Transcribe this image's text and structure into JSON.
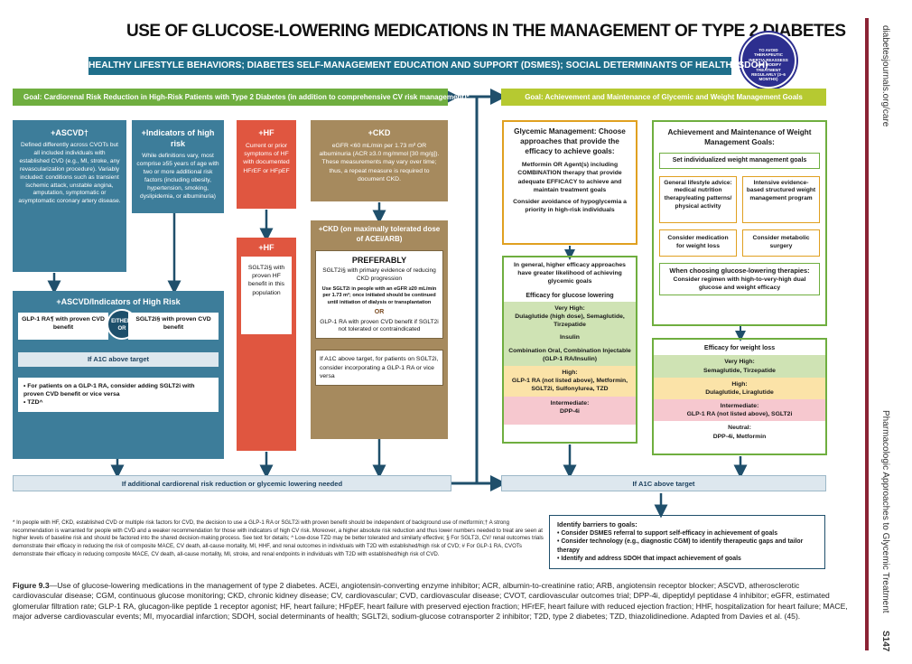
{
  "title": "USE OF GLUCOSE-LOWERING MEDICATIONS IN THE MANAGEMENT OF TYPE 2 DIABETES",
  "seal_text": "TO AVOID THERAPEUTIC INERTIA REASSESS AND MODIFY TREATMENT REGULARLY (3–6 MONTHS)",
  "banner": "HEALTHY LIFESTYLE BEHAVIORS; DIABETES SELF-MANAGEMENT EDUCATION AND SUPPORT (DSMES); SOCIAL DETERMINANTS OF HEALTH (SDOH)",
  "goal_left": "Goal: Cardiorenal Risk Reduction in High-Risk Patients with Type 2 Diabetes (in addition to comprehensive CV risk management)*",
  "goal_right": "Goal: Achievement and Maintenance of Glycemic and Weight Management Goals",
  "ascvd": {
    "head": "+ASCVD†",
    "body": "Defined differently across CVOTs but all included individuals with established CVD (e.g., MI, stroke, any revascularization procedure). Variably included: conditions such as transient ischemic attack, unstable angina, amputation, symptomatic or asymptomatic coronary artery disease."
  },
  "high_risk": {
    "head": "+Indicators of high risk",
    "body": "While definitions vary, most comprise ≥55 years of age with two or more additional risk factors (including obesity, hypertension, smoking, dyslipidemia, or albuminuria)"
  },
  "hf": {
    "head": "+HF",
    "body": "Current or prior symptoms of HF with documented HFrEF or HFpEF"
  },
  "ckd": {
    "head": "+CKD",
    "body": "eGFR <60 mL/min per 1.73 m² OR albuminuria (ACR ≥3.0 mg/mmol [30 mg/g]). These measurements may vary over time; thus, a repeat measure is required to document CKD."
  },
  "hf2": {
    "head": "+HF",
    "body": "SGLT2i§ with proven HF benefit in this population"
  },
  "ckd2": {
    "head": "+CKD (on maximally tolerated dose of ACEi/ARB)",
    "pref": "PREFERABLY",
    "line1": "SGLT2i§ with primary evidence of reducing CKD progression",
    "line2": "Use SGLT2i in people with an eGFR ≥20 mL/min per 1.73 m²; once initiated should be continued until initiation of dialysis or transplantation",
    "or": "OR",
    "line3": "GLP-1 RA with proven CVD benefit if SGLT2i not tolerated or contraindicated",
    "a1c": "If A1C above target, for patients on SGLT2i, consider incorporating a GLP-1 RA or vice versa"
  },
  "ascvd_combined": {
    "head": "+ASCVD/Indicators of High Risk",
    "glp1": "GLP-1 RA¶ with proven CVD benefit",
    "either": "EITHER/ OR",
    "sglt2": "SGLT2i§ with proven CVD benefit",
    "a1c_bar": "If A1C above target",
    "bullet1": "For patients on a GLP-1 RA, consider adding SGLT2i with proven CVD benefit or vice versa",
    "bullet2": "TZD^"
  },
  "bottom_left_bar": "If additional cardiorenal risk reduction or glycemic lowering needed",
  "bottom_right_bar": "If A1C above target",
  "glycemic": {
    "head": "Glycemic Management: Choose approaches that provide the efficacy to achieve goals:",
    "p1": "Metformin OR Agent(s) including COMBINATION therapy that provide adequate EFFICACY to achieve and maintain treatment goals",
    "p2": "Consider avoidance of hypoglycemia a priority in high-risk individuals",
    "intro": "In general, higher efficacy approaches have greater likelihood of achieving glycemic goals",
    "efficacy_title": "Efficacy for glucose lowering",
    "very_high_label": "Very High:",
    "very_high": "Dulaglutide (high dose), Semaglutide, Tirzepatide",
    "insulin": "Insulin",
    "combo": "Combination Oral, Combination Injectable (GLP-1 RA/Insulin)",
    "high_label": "High:",
    "high": "GLP-1 RA (not listed above), Metformin, SGLT2i, Sulfonylurea, TZD",
    "inter_label": "Intermediate:",
    "inter": "DPP-4i"
  },
  "weight": {
    "head": "Achievement and Maintenance of Weight Management Goals:",
    "set_goals": "Set individualized weight management goals",
    "lifestyle": "General lifestyle advice: medical nutrition therapy/eating patterns/ physical activity",
    "intensive": "Intensive evidence-based structured weight management program",
    "medication": "Consider medication for weight loss",
    "surgery": "Consider metabolic surgery",
    "choosing_head": "When choosing glucose-lowering therapies:",
    "choosing_body": "Consider regimen with high-to-very-high dual glucose and weight efficacy",
    "efficacy_title": "Efficacy for weight loss",
    "very_high_label": "Very High:",
    "very_high": "Semaglutide, Tirzepatide",
    "high_label": "High:",
    "high": "Dulaglutide, Liraglutide",
    "inter_label": "Intermediate:",
    "inter": "GLP-1 RA (not listed above), SGLT2i",
    "neutral_label": "Neutral:",
    "neutral": "DPP-4i, Metformin"
  },
  "barriers": {
    "head": "Identify barriers to goals:",
    "items": [
      "Consider DSMES referral to support self-efficacy in achievement of goals",
      "Consider technology (e.g., diagnostic CGM) to identify therapeutic gaps and tailor therapy",
      "Identify and address SDOH that impact achievement of goals"
    ]
  },
  "footnote": "* In people with HF, CKD, established CVD or multiple risk factors for CVD, the decision to use a GLP-1 RA or SGLT2i with proven benefit should be independent of background use of metformin;† A strong recommendation is warranted for people with CVD and a weaker recommendation for those with indicators of high CV risk. Moreover, a higher absolute risk reduction and thus lower numbers needed to treat are seen at higher levels of baseline risk and should be factored into the shared decision-making process. See text for details; ^ Low-dose TZD may be better tolerated and similarly effective; § For SGLT2i, CV/ renal outcomes trials demonstrate their efficacy in reducing the risk of composite MACE, CV death, all-cause mortality, MI, HHF, and renal outcomes in individuals with T2D with established/high risk of CVD; # For GLP-1 RA, CVOTs demonstrate their efficacy in reducing composite MACE, CV death, all-cause mortality, MI, stroke, and renal endpoints in individuals with T2D with established/high risk of CVD.",
  "caption_label": "Figure 9.3",
  "caption": "—Use of glucose-lowering medications in the management of type 2 diabetes. ACEi, angiotensin-converting enzyme inhibitor; ACR, albumin-to-creatinine ratio; ARB, angiotensin receptor blocker; ASCVD, atherosclerotic cardiovascular disease; CGM, continuous glucose monitoring; CKD, chronic kidney disease; CV, cardiovascular; CVD, cardiovascular disease; CVOT, cardiovascular outcomes trial; DPP-4i, dipeptidyl peptidase 4 inhibitor; eGFR, estimated glomerular filtration rate; GLP-1 RA, glucagon-like peptide 1 receptor agonist; HF, heart failure; HFpEF, heart failure with preserved ejection fraction; HFrEF, heart failure with reduced ejection fraction; HHF, hospitalization for heart failure; MACE, major adverse cardiovascular events; MI, myocardial infarction; SDOH, social determinants of health; SGLT2i, sodium-glucose cotransporter 2 inhibitor; T2D, type 2 diabetes; TZD, thiazolidinedione. Adapted from Davies et al. (45).",
  "side_url": "diabetesjournals.org/care",
  "side_section": "Pharmacologic Approaches to Glycemic Treatment",
  "page_number": "S147",
  "colors": {
    "teal": "#3d7d9a",
    "red": "#e05640",
    "brown": "#a68a5e",
    "green": "#6fae3f",
    "lime": "#b6c931",
    "navy": "#1f6f8b",
    "side_bar": "#8b2335"
  }
}
